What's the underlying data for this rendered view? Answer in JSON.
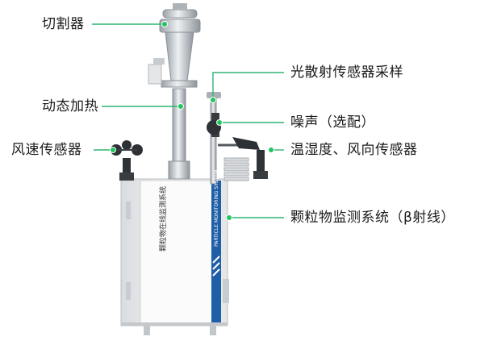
{
  "labels": {
    "cutter": "切割器",
    "heating": "动态加热",
    "wind_speed": "风速传感器",
    "light_scatter": "光散射传感器采样",
    "noise": "噪声（选配）",
    "temp_humidity": "温湿度、风向传感器",
    "particle_system": "颗粒物监测系统（β射线）"
  },
  "device": {
    "front_text": "颗粒物在线监测系统",
    "side_text": "PARTICLE MONITORING SYSTEM"
  },
  "colors": {
    "leader": "#2bb673",
    "dot": "#22c55e",
    "accent_stripe": "#1f5fa8"
  }
}
